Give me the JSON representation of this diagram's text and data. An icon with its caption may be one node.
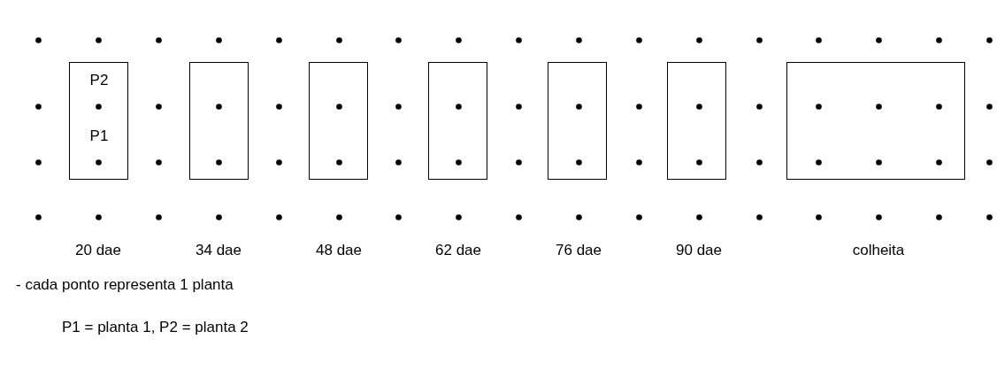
{
  "diagram": {
    "nodes": [
      {
        "text": [
          "P2",
          "P1"
        ]
      },
      {
        "text": [],
        "shape": "box"
      },
      {
        "text": [],
        "shape": "box"
      },
      {
        "text": [],
        "shape": "box"
      },
      {
        "text": [],
        "shape": "box"
      },
      {
        "text": [],
        "shape": "box"
      },
      {
        "text": [],
        "shape": "box"
      }
    ],
    "labels": [
      "20 dae",
      "34 dae",
      "48 dae",
      "62 dae",
      "76 dae",
      "90 dae",
      "colheita",
      "- cada ponto representa 1 planta",
      "P1 = planta 1, P2 = planta 2"
    ]
  }
}
